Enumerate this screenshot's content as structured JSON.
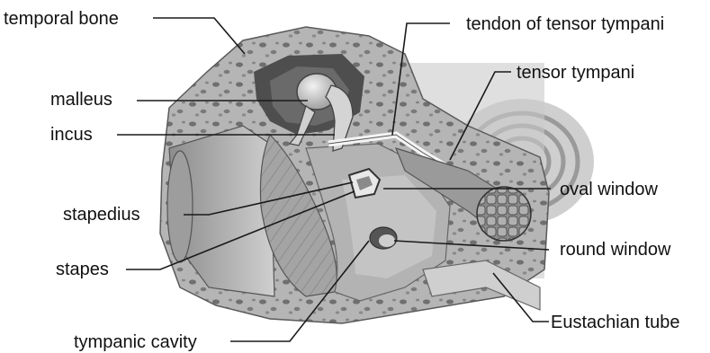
{
  "labels": {
    "temporal_bone": "temporal bone",
    "malleus": "malleus",
    "incus": "incus",
    "stapedius": "stapedius",
    "stapes": "stapes",
    "tympanic_cavity": "tympanic cavity",
    "tendon_of_tensor_tympani": "tendon of tensor tympani",
    "tensor_tympani": "tensor tympani",
    "oval_window": "oval window",
    "round_window": "round window",
    "eustachian_tube": "Eustachian tube"
  },
  "colors": {
    "bone": "#b9b9b9",
    "bone_dark": "#7d7d7d",
    "cavity": "#5a5a5a",
    "ossicle": "#d6d6d6",
    "muscle": "#9a9a9a",
    "line": "#1a1a1a"
  }
}
